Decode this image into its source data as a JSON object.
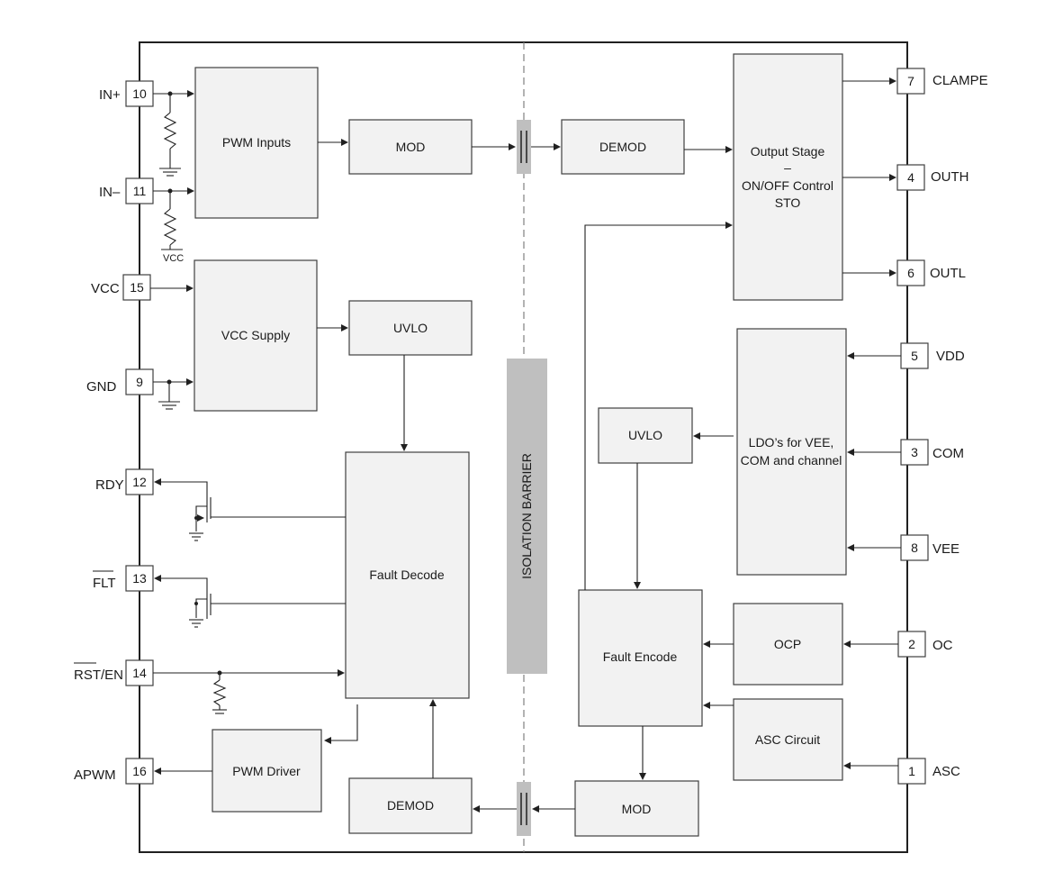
{
  "blocks": {
    "pwm_inputs": "PWM Inputs",
    "mod_top": "MOD",
    "demod_top": "DEMOD",
    "output_stage_l1": "Output Stage",
    "output_stage_l2": "–",
    "output_stage_l3": "ON/OFF Control",
    "output_stage_l4": "STO",
    "vcc_supply": "VCC Supply",
    "uvlo_left": "UVLO",
    "ldo_l1": "LDO’s for VEE,",
    "ldo_l2": "COM and channel",
    "uvlo_right": "UVLO",
    "fault_decode": "Fault Decode",
    "fault_encode": "Fault Encode",
    "ocp": "OCP",
    "asc_circuit": "ASC Circuit",
    "pwm_driver": "PWM Driver",
    "demod_bottom": "DEMOD",
    "mod_bottom": "MOD",
    "isolation_barrier": "ISOLATION BARRIER",
    "vcc_small": "VCC"
  },
  "pins_left": [
    {
      "label": "IN+",
      "num": "10"
    },
    {
      "label": "IN–",
      "num": "11"
    },
    {
      "label": "VCC",
      "num": "15"
    },
    {
      "label": "GND",
      "num": "9"
    },
    {
      "label": "RDY",
      "num": "12"
    },
    {
      "label": "FLT",
      "num": "13"
    },
    {
      "label": "RST/EN",
      "num": "14"
    },
    {
      "label": "APWM",
      "num": "16"
    }
  ],
  "pins_right": [
    {
      "label": "CLAMPE",
      "num": "7"
    },
    {
      "label": "OUTH",
      "num": "4"
    },
    {
      "label": "OUTL",
      "num": "6"
    },
    {
      "label": "VDD",
      "num": "5"
    },
    {
      "label": "COM",
      "num": "3"
    },
    {
      "label": "VEE",
      "num": "8"
    },
    {
      "label": "OC",
      "num": "2"
    },
    {
      "label": "ASC",
      "num": "1"
    }
  ]
}
